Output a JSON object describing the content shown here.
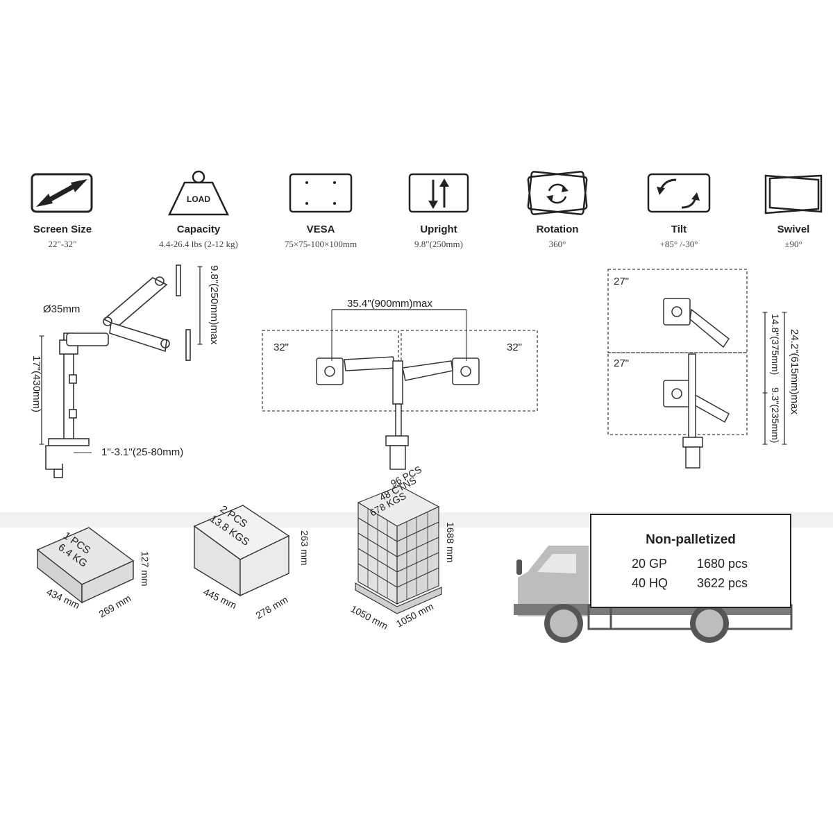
{
  "specs": [
    {
      "name": "Screen Size",
      "value": "22\"-32\"",
      "icon": "diagonal-arrow-icon"
    },
    {
      "name": "Capacity",
      "value": "4.4-26.4 lbs (2-12 kg)",
      "icon": "load-weight-icon",
      "icon_text": "LOAD"
    },
    {
      "name": "VESA",
      "value": "75×75-100×100mm",
      "icon": "vesa-plate-icon"
    },
    {
      "name": "Upright",
      "value": "9.8\"(250mm)",
      "icon": "up-down-arrows-icon"
    },
    {
      "name": "Rotation",
      "value": "360°",
      "icon": "rotation-icon"
    },
    {
      "name": "Tilt",
      "value": "+85° /-30°",
      "icon": "tilt-icon"
    },
    {
      "name": "Swivel",
      "value": "±90°",
      "icon": "swivel-icon"
    }
  ],
  "single_arm": {
    "pole_diameter": "Ø35mm",
    "pole_height": "17\"(430mm)",
    "vertical_range": "9.8\"(250mm)max",
    "clamp_range": "1\"-3.1\"(25-80mm)"
  },
  "dual_side": {
    "span": "35.4\"(900mm)max",
    "left_screen": "32\"",
    "right_screen": "32\""
  },
  "dual_stacked": {
    "top_screen": "27\"",
    "bottom_screen": "27\"",
    "upper_range": "14.8\"(375mm)",
    "lower_range": "9.3\"(235mm)",
    "total_range": "24.2\"(615mm)max"
  },
  "packages": [
    {
      "label_line1": "1 PCS",
      "label_line2": "6.4 KG",
      "length": "434 mm",
      "width": "269 mm",
      "height": "127 mm"
    },
    {
      "label_line1": "2 PCS",
      "label_line2": "13.8 KGS",
      "length": "445 mm",
      "width": "278 mm",
      "height": "263 mm"
    }
  ],
  "pallet": {
    "line1": "96 PCS",
    "line2": "48 CTNS",
    "line3": "678 KGS",
    "height": "1688 mm",
    "length": "1050 mm",
    "width": "1050 mm"
  },
  "shipping": {
    "title": "Non-palletized",
    "rows": [
      {
        "container": "20 GP",
        "qty": "1680 pcs"
      },
      {
        "container": "40 HQ",
        "qty": "3622 pcs"
      }
    ]
  }
}
